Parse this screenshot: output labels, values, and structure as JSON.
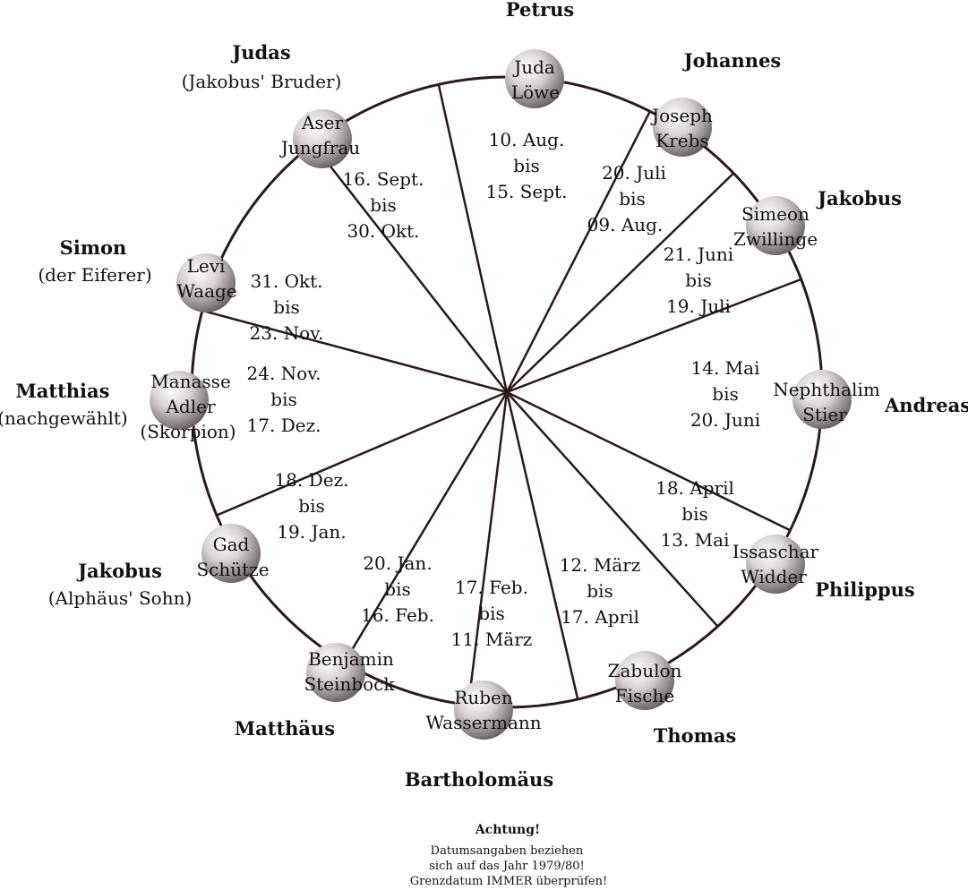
{
  "colors": {
    "line": "#2a1a1a",
    "pearl_light": "#ffffff",
    "pearl_mid": "#d8d2d6",
    "pearl_dark": "#6a6266"
  },
  "segments": [
    {
      "lines": [
        "10. Aug.",
        "bis",
        "15. Sept."
      ]
    },
    {
      "lines": [
        "20. Juli",
        "bis",
        "09. Aug."
      ]
    },
    {
      "lines": [
        "21. Juni",
        "bis",
        "19. Juli"
      ]
    },
    {
      "lines": [
        "14. Mai",
        "bis",
        "20. Juni"
      ]
    },
    {
      "lines": [
        "18. April",
        "bis",
        "13. Mai"
      ]
    },
    {
      "lines": [
        "12. März",
        "bis",
        "17. April"
      ]
    },
    {
      "lines": [
        "17. Feb.",
        "bis",
        "11. März"
      ]
    },
    {
      "lines": [
        "20. Jan.",
        "bis",
        "16. Feb."
      ]
    },
    {
      "lines": [
        "18. Dez.",
        "bis",
        "19. Jan."
      ]
    },
    {
      "lines": [
        "24. Nov.",
        "bis",
        "17. Dez."
      ]
    },
    {
      "lines": [
        "31. Okt.",
        "bis",
        "23. Nov."
      ]
    },
    {
      "lines": [
        "16. Sept.",
        "bis",
        "30. Okt."
      ]
    }
  ],
  "stones": [
    {
      "lines": [
        "Juda",
        "Löwe"
      ]
    },
    {
      "lines": [
        "Joseph",
        "Krebs"
      ]
    },
    {
      "lines": [
        "Simeon",
        "Zwillinge"
      ]
    },
    {
      "lines": [
        "Nephthalim",
        "Stier"
      ]
    },
    {
      "lines": [
        "Issaschar",
        "Widder"
      ]
    },
    {
      "lines": [
        "Zabulon",
        "Fische"
      ]
    },
    {
      "lines": [
        "Ruben",
        "Wassermann"
      ]
    },
    {
      "lines": [
        "Benjamin",
        "Steinbock"
      ]
    },
    {
      "lines": [
        "Gad",
        "Schütze"
      ]
    },
    {
      "lines": [
        "Manasse",
        "Adler",
        "(Skorpion)"
      ]
    },
    {
      "lines": [
        "Levi",
        "Waage"
      ]
    },
    {
      "lines": [
        "Aser",
        "Jungfrau"
      ]
    }
  ],
  "apostles": [
    {
      "name": "Petrus"
    },
    {
      "name": "Johannes"
    },
    {
      "name": "Jakobus"
    },
    {
      "name": "Andreas"
    },
    {
      "name": "Philippus"
    },
    {
      "name": "Thomas"
    },
    {
      "name": "Bartholomäus"
    },
    {
      "name": "Matthäus"
    },
    {
      "name": "Jakobus",
      "sub": "(Alphäus' Sohn)"
    },
    {
      "name": "Matthias",
      "sub": "(nachgewählt)"
    },
    {
      "name": "Simon",
      "sub": "(der Eiferer)"
    },
    {
      "name": "Judas",
      "sub": "(Jakobus' Bruder)"
    }
  ],
  "note": {
    "title": "Achtung!",
    "lines": [
      "Datumsangaben beziehen",
      "sich auf das Jahr 1979/80!",
      "Grenzdatum IMMER überprüfen!"
    ]
  }
}
